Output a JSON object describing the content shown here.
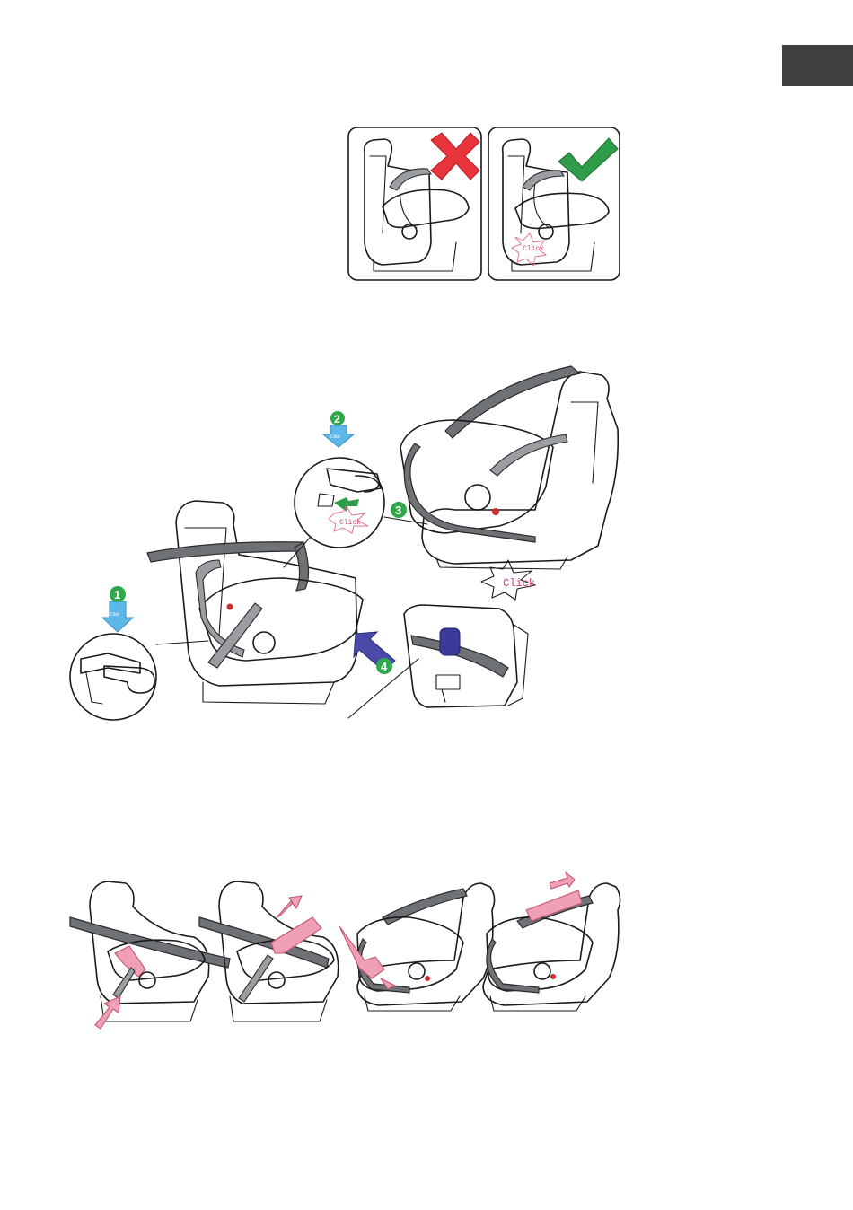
{
  "language_tab": {
    "color": "#404040"
  },
  "panel_wrong_right": {
    "wrong": {
      "mark_icon": "cross-icon",
      "color": "#e8343a"
    },
    "right": {
      "mark_icon": "check-icon",
      "color": "#2e9c48",
      "click_label": "Click"
    }
  },
  "installation": {
    "steps": [
      {
        "number": "1",
        "arrow_color": "#5bb8e8",
        "arrow_text": "Click"
      },
      {
        "number": "2",
        "arrow_color": "#5bb8e8",
        "arrow_text": "Click"
      },
      {
        "number": "3",
        "badge_color": "#2ea84a"
      },
      {
        "number": "4",
        "arrow_color": "#4a4aa8"
      }
    ],
    "click_label_detail": "Click",
    "click_label_base": "Click"
  },
  "belt_tightening": {
    "accent_color": "#f0a0b4",
    "belt_color": "#6e7175"
  }
}
